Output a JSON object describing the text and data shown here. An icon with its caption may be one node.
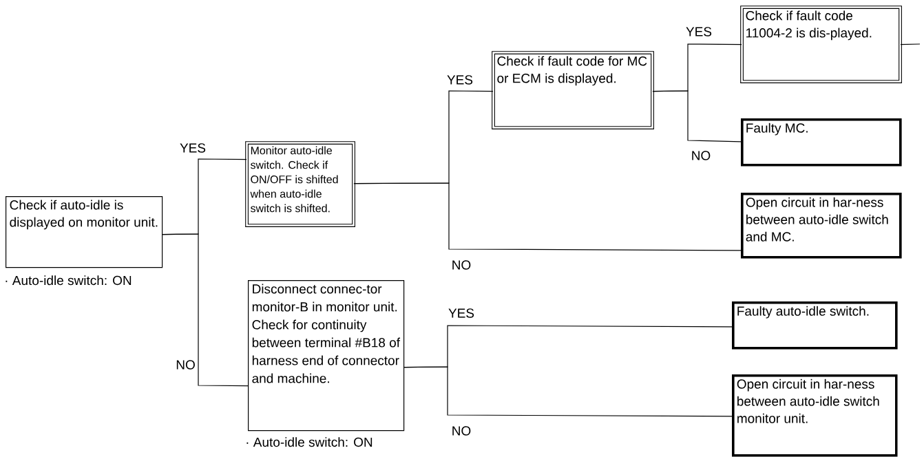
{
  "diagram": {
    "nodes": [
      {
        "text": [
          "Check if auto-idle is displayed on monitor unit."
        ],
        "beside": [
          "· Auto-idle switch: ON"
        ]
      },
      {
        "text": [
          "Monitor auto-idle switch. Check if ON/OFF is shifted when auto-idle switch is shifted."
        ]
      },
      {
        "text": [
          "Disconnect connec-tor monitor-B in monitor unit. Check for continuity between terminal #B18 of harness end of connector and machine."
        ],
        "beside": [
          "· Auto-idle switch: ON"
        ]
      },
      {
        "text": [
          "Check if fault code for MC or ECM is displayed."
        ]
      },
      {
        "text": [
          "Check if fault code 11004-2 is dis-played."
        ]
      },
      {
        "text": [
          "Faulty MC."
        ]
      },
      {
        "text": [
          "Open circuit in har-ness between auto-idle switch and MC."
        ]
      },
      {
        "text": [
          "Faulty auto-idle switch."
        ]
      },
      {
        "text": [
          "Open circuit in har-ness between auto-idle switch monitor unit."
        ]
      }
    ],
    "edges": [
      {
        "from": 0,
        "to": 1,
        "arrow": "none",
        "label": "YES"
      },
      {
        "from": 0,
        "to": 2,
        "arrow": "none",
        "label": "NO"
      },
      {
        "from": 1,
        "to": 3,
        "arrow": "none",
        "label": "YES"
      },
      {
        "from": 1,
        "to": 6,
        "arrow": "none",
        "label": "NO"
      },
      {
        "from": 3,
        "to": 4,
        "arrow": "none",
        "label": "YES"
      },
      {
        "from": 3,
        "to": 5,
        "arrow": "none",
        "label": "NO"
      },
      {
        "from": 2,
        "to": 7,
        "arrow": "none",
        "label": "YES"
      },
      {
        "from": 2,
        "to": 8,
        "arrow": "none",
        "label": "NO"
      },
      {
        "from": 4,
        "to": null,
        "arrow": "none"
      }
    ]
  }
}
